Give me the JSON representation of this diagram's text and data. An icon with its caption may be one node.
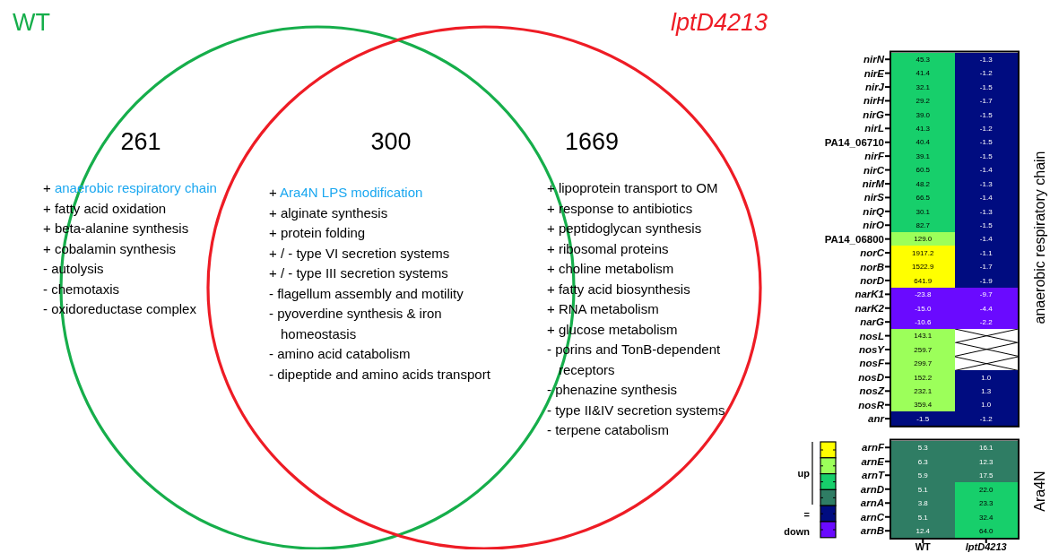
{
  "diagram": {
    "nodes": [
      {
        "text": [
          "WT"
        ]
      },
      {
        "text": [
          "lptD4213"
        ]
      },
      {
        "text": [
          "45.3"
        ]
      },
      {
        "text": [
          "-1.3"
        ]
      },
      {
        "text": [
          "41.4"
        ]
      },
      {
        "text": [
          "-1.2"
        ]
      },
      {
        "text": [
          "32.1"
        ]
      },
      {
        "text": [
          "-1.5"
        ]
      },
      {
        "text": [
          "29.2"
        ]
      },
      {
        "text": [
          "-1.7"
        ]
      },
      {
        "text": [
          "39.0"
        ]
      },
      {
        "text": [
          "-1.5"
        ]
      },
      {
        "text": [
          "41.3"
        ]
      },
      {
        "text": [
          "-1.2"
        ]
      },
      {
        "text": [
          "40.4"
        ]
      },
      {
        "text": [
          "-1.5"
        ]
      },
      {
        "text": [
          "39.1"
        ]
      },
      {
        "text": [
          "-1.5"
        ]
      },
      {
        "text": [
          "60.5"
        ]
      },
      {
        "text": [
          "-1.4"
        ]
      },
      {
        "text": [
          "48.2"
        ]
      },
      {
        "text": [
          "-1.3"
        ]
      },
      {
        "text": [
          "66.5"
        ]
      },
      {
        "text": [
          "-1.4"
        ]
      },
      {
        "text": [
          "30.1"
        ]
      },
      {
        "text": [
          "-1.3"
        ]
      },
      {
        "text": [
          "82.7"
        ]
      },
      {
        "text": [
          "-1.5"
        ]
      },
      {
        "text": [
          "129.0"
        ]
      },
      {
        "text": [
          "-1.4"
        ]
      },
      {
        "text": [
          "1917.2"
        ]
      },
      {
        "text": [
          "-1.1"
        ]
      },
      {
        "text": [
          "1522.9"
        ]
      },
      {
        "text": [
          "-1.7"
        ]
      },
      {
        "text": [
          "641.9"
        ]
      },
      {
        "text": [
          "-1.9"
        ]
      },
      {
        "text": [
          "-23.8"
        ]
      },
      {
        "text": [
          "-9.7"
        ]
      },
      {
        "text": [
          "-15.0"
        ]
      },
      {
        "text": [
          "-4.4"
        ]
      },
      {
        "text": [
          "-10.6"
        ]
      },
      {
        "text": [
          "-2.2"
        ]
      },
      {
        "text": [
          "143.1"
        ]
      },
      {
        "text": [],
        "shape": "box"
      },
      {
        "text": [
          "259.7"
        ]
      },
      {
        "text": [],
        "shape": "box"
      },
      {
        "text": [
          "299.7"
        ]
      },
      {
        "text": [],
        "shape": "box"
      },
      {
        "text": [
          "152.2"
        ]
      },
      {
        "text": [
          "1.0"
        ]
      },
      {
        "text": [
          "232.1"
        ]
      },
      {
        "text": [
          "1.3"
        ]
      },
      {
        "text": [
          "359.4"
        ]
      },
      {
        "text": [
          "1.0"
        ]
      },
      {
        "text": [
          "-1.5"
        ]
      },
      {
        "text": [
          "-1.2"
        ]
      },
      {
        "text": [
          "5.3"
        ]
      },
      {
        "text": [
          "16.1"
        ]
      },
      {
        "text": [
          "6.3"
        ]
      },
      {
        "text": [
          "12.3"
        ]
      },
      {
        "text": [
          "5.9"
        ]
      },
      {
        "text": [
          "17.5"
        ]
      },
      {
        "text": [
          "5.1"
        ]
      },
      {
        "text": [
          "22.0"
        ]
      },
      {
        "text": [
          "3.8"
        ]
      },
      {
        "text": [
          "23.3"
        ]
      },
      {
        "text": [
          "5.1"
        ]
      },
      {
        "text": [
          "32.4"
        ]
      },
      {
        "text": [
          "12.4"
        ]
      },
      {
        "text": [
          "64.0"
        ]
      }
    ],
    "labels": [
      "261",
      "+",
      "anaerobic respiratory chain",
      "+ fatty acid oxidation",
      "+ beta-alanine synthesis",
      "+ cobalamin synthesis",
      "- autolysis",
      "- chemotaxis",
      "- oxidoreductase complex",
      "300",
      "+",
      "Ara4N LPS modification",
      "+ alginate synthesis",
      "+ protein folding",
      "+ / - type VI secretion systems",
      "+ / - type III secretion systems",
      "- flagellum assembly and motility",
      "- pyoverdine synthesis & iron homeostasis",
      "- amino acid catabolism",
      "- dipeptide and amino acids transport",
      "1669",
      "+ lipoprotein transport to OM",
      "+ response to antibiotics",
      "+ peptidoglycan synthesis",
      "+ ribosomal proteins",
      "+ choline metabolism",
      "+ fatty acid biosynthesis",
      "+ RNA metabolism",
      "+ glucose metabolism",
      "- porins and TonB-dependent receptors",
      "- phenazine synthesis",
      "- type II&IV secretion systems",
      "- terpene catabolism",
      "nirN",
      "nirE",
      "nirJ",
      "nirH",
      "nirG",
      "nirL",
      "PA14_06710",
      "nirF",
      "nirC",
      "nirM",
      "nirS",
      "nirQ",
      "nirO",
      "PA14_06800",
      "norC",
      "norB",
      "norD",
      "narK1",
      "narK2",
      "narG",
      "nosL",
      "nosY",
      "nosF",
      "nosD",
      "nosZ",
      "nosR",
      "anr",
      "anaerobic respiratory chain",
      "up",
      "=",
      "down",
      "arnF",
      "arnE",
      "arnT",
      "arnD",
      "arnA",
      "arnC",
      "arnB",
      "WT",
      "lptD4213",
      "Ara4N"
    ]
  }
}
